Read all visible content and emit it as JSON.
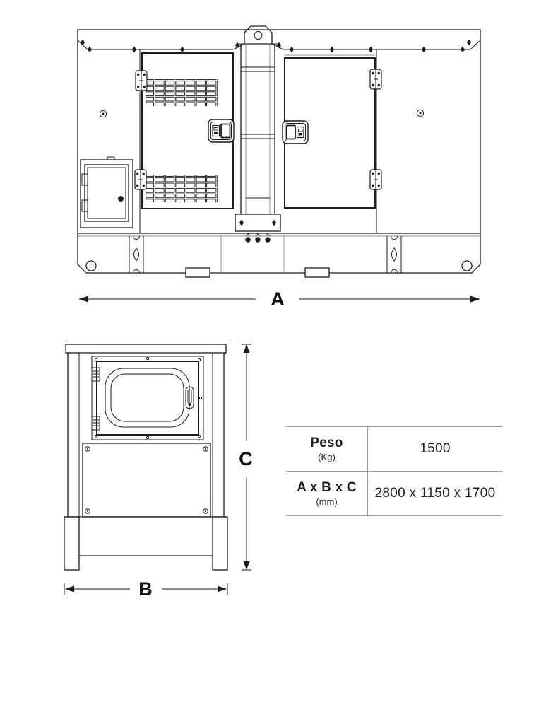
{
  "side_view": {
    "dimension_label": "A"
  },
  "front_view": {
    "width_label": "B",
    "height_label": "C"
  },
  "spec_table": {
    "rows": [
      {
        "label": "Peso",
        "unit": "(Kg)",
        "value": "1500"
      },
      {
        "label": "A x B x C",
        "unit": "(mm)",
        "value": "2800 x 1150 x 1700"
      }
    ]
  },
  "colors": {
    "line": "#1c1c1c",
    "muted_line": "#8f8f8f",
    "table_border": "#9a9a9a",
    "text": "#1f1f1f",
    "background": "#ffffff"
  }
}
